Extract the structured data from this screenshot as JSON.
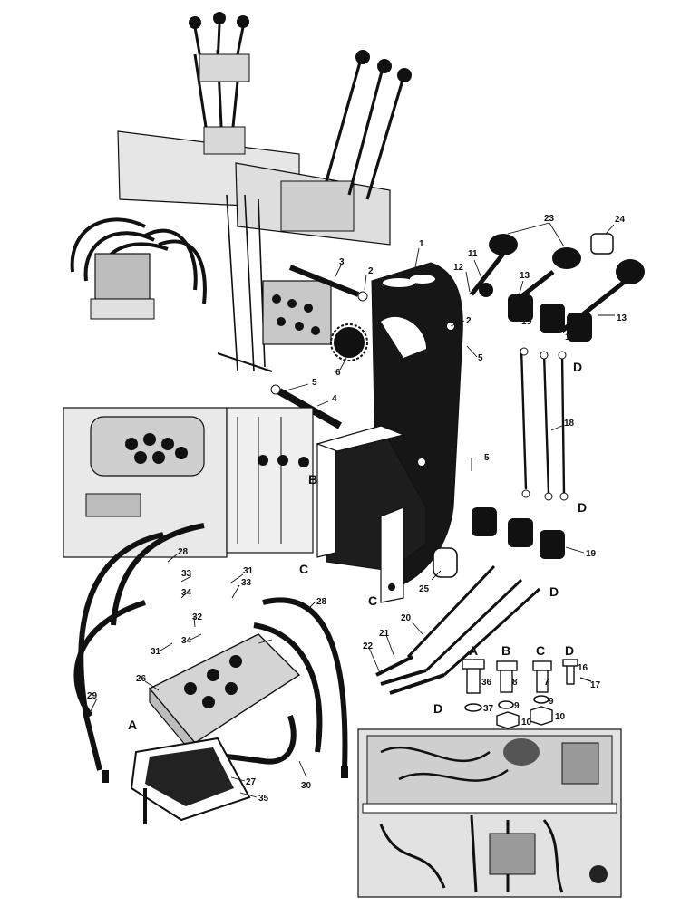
{
  "callouts": [
    {
      "id": "c1",
      "text": "1"
    },
    {
      "id": "c2a",
      "text": "2"
    },
    {
      "id": "c2b",
      "text": "2"
    },
    {
      "id": "c3",
      "text": "3"
    },
    {
      "id": "c4",
      "text": "4"
    },
    {
      "id": "c5a",
      "text": "5"
    },
    {
      "id": "c5b",
      "text": "5"
    },
    {
      "id": "c5c",
      "text": "5"
    },
    {
      "id": "c6",
      "text": "6"
    },
    {
      "id": "c7",
      "text": "7"
    },
    {
      "id": "c8",
      "text": "8"
    },
    {
      "id": "c9a",
      "text": "9"
    },
    {
      "id": "c9b",
      "text": "9"
    },
    {
      "id": "c10a",
      "text": "10"
    },
    {
      "id": "c10b",
      "text": "10"
    },
    {
      "id": "c11",
      "text": "11"
    },
    {
      "id": "c12",
      "text": "12"
    },
    {
      "id": "c13a",
      "text": "13"
    },
    {
      "id": "c13b",
      "text": "13"
    },
    {
      "id": "c14",
      "text": "14"
    },
    {
      "id": "c15",
      "text": "15"
    },
    {
      "id": "c16",
      "text": "16"
    },
    {
      "id": "c17",
      "text": "17"
    },
    {
      "id": "c18",
      "text": "18"
    },
    {
      "id": "c19",
      "text": "19"
    },
    {
      "id": "c20",
      "text": "20"
    },
    {
      "id": "c21",
      "text": "21"
    },
    {
      "id": "c22",
      "text": "22"
    },
    {
      "id": "c23",
      "text": "23"
    },
    {
      "id": "c24",
      "text": "24"
    },
    {
      "id": "c25",
      "text": "25"
    },
    {
      "id": "c26",
      "text": "26"
    },
    {
      "id": "c27",
      "text": "27"
    },
    {
      "id": "c28a",
      "text": "28"
    },
    {
      "id": "c28b",
      "text": "28"
    },
    {
      "id": "c29",
      "text": "29"
    },
    {
      "id": "c30",
      "text": "30"
    },
    {
      "id": "c31a",
      "text": "31"
    },
    {
      "id": "c31b",
      "text": "31"
    },
    {
      "id": "c32",
      "text": "32"
    },
    {
      "id": "c33a",
      "text": "33"
    },
    {
      "id": "c33b",
      "text": "33"
    },
    {
      "id": "c34a",
      "text": "34"
    },
    {
      "id": "c34b",
      "text": "34"
    },
    {
      "id": "c35",
      "text": "35"
    },
    {
      "id": "c36",
      "text": "36"
    },
    {
      "id": "c37",
      "text": "37"
    }
  ],
  "letters": [
    {
      "id": "lA1",
      "text": "A"
    },
    {
      "id": "lB1",
      "text": "B"
    },
    {
      "id": "lC1",
      "text": "C"
    },
    {
      "id": "lD1",
      "text": "D"
    },
    {
      "id": "lB2",
      "text": "B"
    },
    {
      "id": "lC2",
      "text": "C"
    },
    {
      "id": "lC3",
      "text": "C"
    },
    {
      "id": "lD2",
      "text": "D"
    },
    {
      "id": "lD3",
      "text": "D"
    },
    {
      "id": "lD4",
      "text": "D"
    },
    {
      "id": "lA2",
      "text": "A"
    }
  ]
}
